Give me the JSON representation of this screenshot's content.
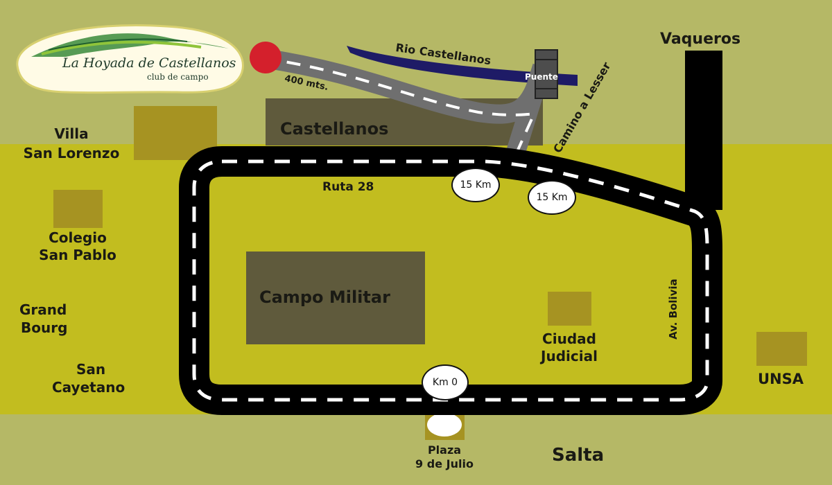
{
  "logo": {
    "title": "La Hoyada de Castellanos",
    "subtitle": "club de campo"
  },
  "places": {
    "vaqueros": "Vaqueros",
    "rio_castellanos": "Rio Castellanos",
    "puente": "Puente",
    "camino_a_lesser": "Camino a Lesser",
    "distance_400": "400 mts.",
    "castellanos": "Castellanos",
    "villa": "Villa",
    "san_lorenzo": "San Lorenzo",
    "ruta_28": "Ruta 28",
    "km_15_a": "15 Km",
    "km_15_b": "15 Km",
    "colegio": "Colegio",
    "san_pablo": "San Pablo",
    "campo_militar": "Campo Militar",
    "grand": "Grand",
    "bourg": "Bourg",
    "av_bolivia": "Av. Bolivia",
    "ciudad": "Ciudad",
    "judicial": "Judicial",
    "san": "San",
    "cayetano": "Cayetano",
    "km_0": "Km 0",
    "unsa": "UNSA",
    "plaza": "Plaza",
    "nueve_de_julio": "9 de Julio",
    "salta": "Salta"
  },
  "colors": {
    "background_light": "#b5b866",
    "band_yellow": "#c2bd1f",
    "block_olive": "#a69322",
    "block_dark": "#5f5a3c",
    "road": "#000000",
    "access_road": "#6f6f6f",
    "river": "#1e1b66",
    "destination_marker": "#d4202c"
  }
}
